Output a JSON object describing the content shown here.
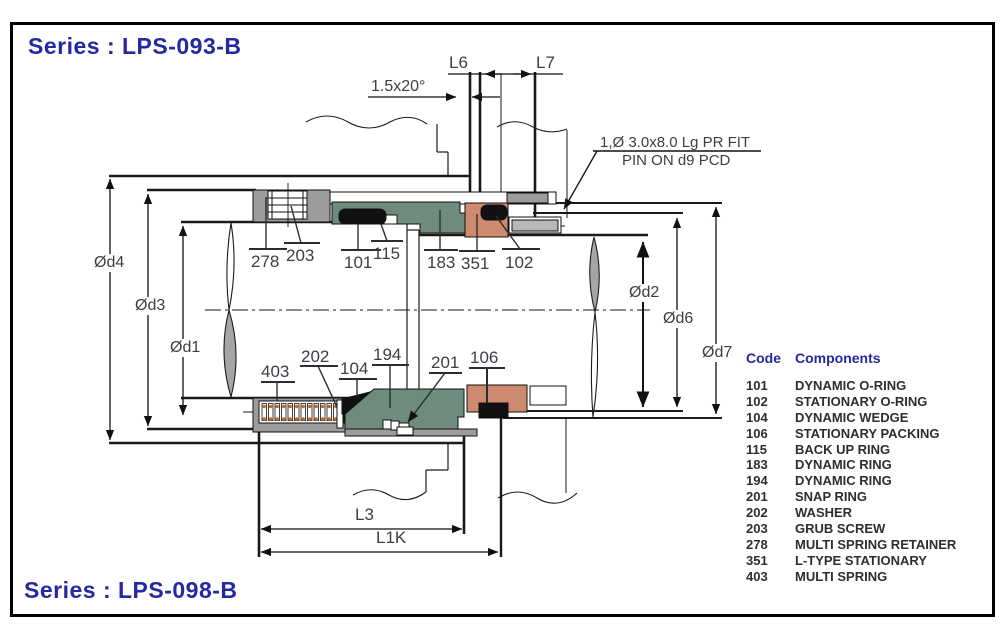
{
  "titles": {
    "top": "Series : LPS-093-B",
    "bottom": "Series : LPS-098-B"
  },
  "annotation": {
    "line1": "1,Ø 3.0x8.0 Lg PR FIT",
    "line2": "PIN ON d9 PCD"
  },
  "dims": {
    "chamfer": "1.5x20°",
    "l6": "L6",
    "l7": "L7",
    "l3": "L3",
    "l1k": "L1K",
    "d1": "Ød1",
    "d2": "Ød2",
    "d3": "Ød3",
    "d4": "Ød4",
    "d6": "Ød6",
    "d7": "Ød7"
  },
  "parts": {
    "n101": "101",
    "n102": "102",
    "n104": "104",
    "n106": "106",
    "n115": "115",
    "n183": "183",
    "n194": "194",
    "n201": "201",
    "n202": "202",
    "n203": "203",
    "n278": "278",
    "n351": "351",
    "n403": "403"
  },
  "legend": {
    "code_header": "Code",
    "components_header": "Components",
    "rows": [
      {
        "code": "101",
        "name": "DYNAMIC O-RING"
      },
      {
        "code": "102",
        "name": "STATIONARY O-RING"
      },
      {
        "code": "104",
        "name": "DYNAMIC WEDGE"
      },
      {
        "code": "106",
        "name": "STATIONARY PACKING"
      },
      {
        "code": "115",
        "name": "BACK UP RING"
      },
      {
        "code": "183",
        "name": "DYNAMIC RING"
      },
      {
        "code": "194",
        "name": "DYNAMIC RING"
      },
      {
        "code": "201",
        "name": "SNAP RING"
      },
      {
        "code": "202",
        "name": "WASHER"
      },
      {
        "code": "203",
        "name": "GRUB SCREW"
      },
      {
        "code": "278",
        "name": "MULTI SPRING RETAINER"
      },
      {
        "code": "351",
        "name": "L-TYPE STATIONARY"
      },
      {
        "code": "403",
        "name": "MULTI SPRING"
      }
    ]
  },
  "colors": {
    "blue": "#2329a0",
    "label": "#3b3e46",
    "line": "#1a1a1a",
    "green": "#6f8b7d",
    "salmon": "#cd8a6e",
    "gray": "#9c9c9c",
    "pin_gray": "#b8b8b8",
    "spring_dot": "#c06a1e",
    "break_gray": "#a5a5a5"
  }
}
